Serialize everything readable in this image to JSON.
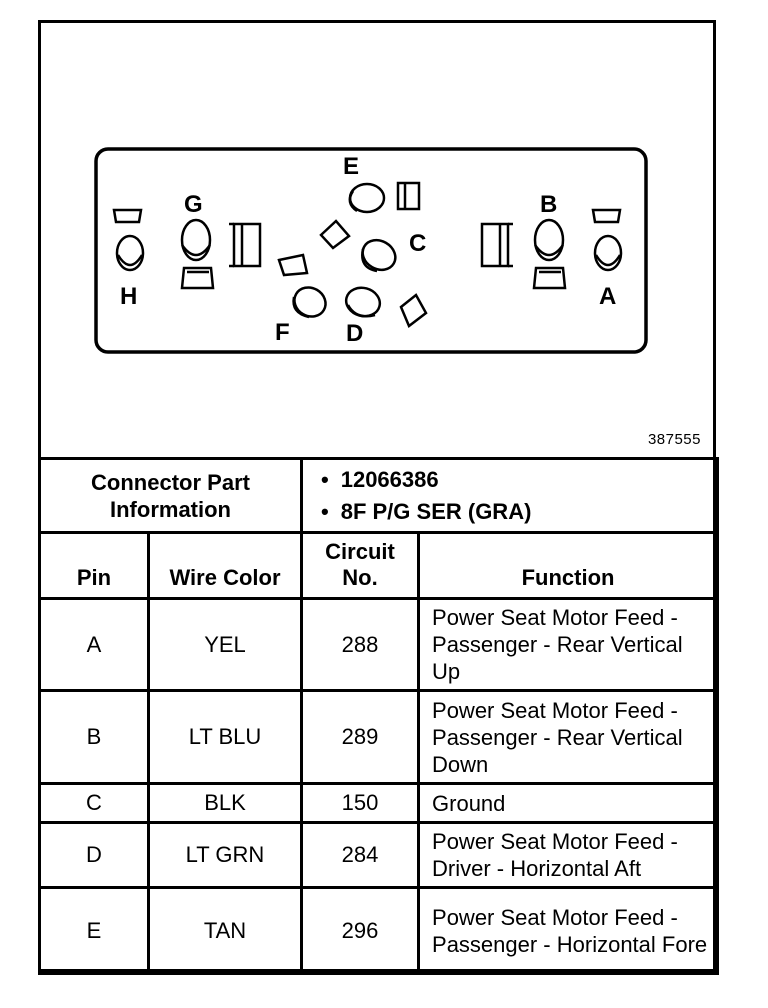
{
  "figure_number": "387555",
  "pins_diagram": {
    "labels": [
      "A",
      "B",
      "C",
      "D",
      "E",
      "F",
      "G",
      "H"
    ]
  },
  "connector_info": {
    "label": "Connector Part Information",
    "items": [
      "12066386",
      "8F P/G SER (GRA)"
    ]
  },
  "table": {
    "headers": {
      "pin": "Pin",
      "wire_color": "Wire Color",
      "circuit": "Circuit No.",
      "function": "Function"
    },
    "rows": [
      {
        "pin": "A",
        "wire_color": "YEL",
        "circuit": "288",
        "function": "Power Seat Motor Feed - Passenger - Rear Vertical Up"
      },
      {
        "pin": "B",
        "wire_color": "LT BLU",
        "circuit": "289",
        "function": "Power Seat Motor Feed - Passenger - Rear Vertical Down"
      },
      {
        "pin": "C",
        "wire_color": "BLK",
        "circuit": "150",
        "function": "Ground"
      },
      {
        "pin": "D",
        "wire_color": "LT GRN",
        "circuit": "284",
        "function": "Power Seat Motor Feed - Driver - Horizontal Aft"
      },
      {
        "pin": "E",
        "wire_color": "TAN",
        "circuit": "296",
        "function": "Power Seat Motor Feed - Passenger - Horizontal Fore"
      }
    ]
  }
}
